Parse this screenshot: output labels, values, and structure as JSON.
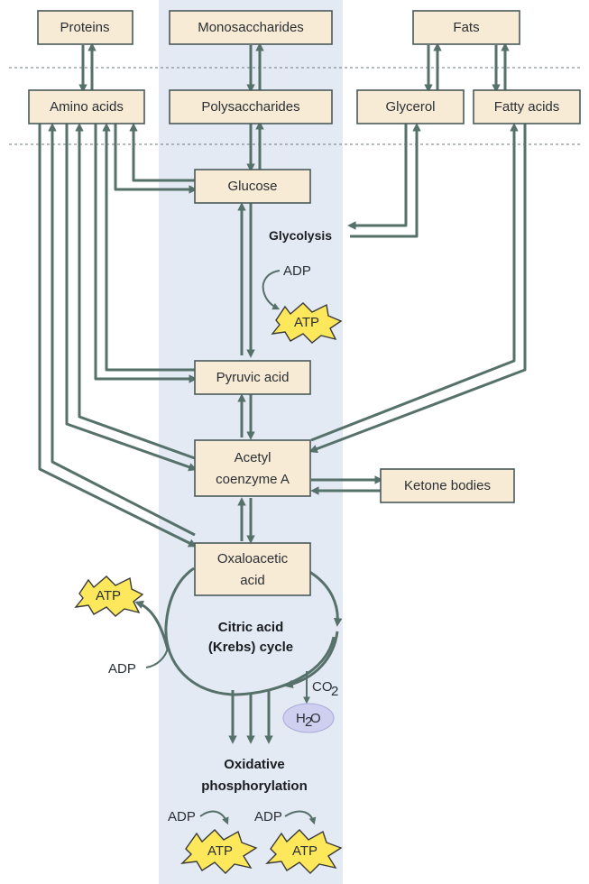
{
  "colors": {
    "box_fill": "#f8ebd6",
    "column_band": "#e4eaf4",
    "arrow": "#56706a",
    "atp_star": "#fce85a",
    "water_blob": "#cfcff0"
  },
  "boxes": {
    "proteins": "Proteins",
    "monosaccharides": "Monosaccharides",
    "fats": "Fats",
    "amino_acids": "Amino acids",
    "polysaccharides": "Polysaccharides",
    "glycerol": "Glycerol",
    "fatty_acids": "Fatty acids",
    "glucose": "Glucose",
    "pyruvic_acid": "Pyruvic acid",
    "acetyl_line1": "Acetyl",
    "acetyl_line2": "coenzyme A",
    "ketone_bodies": "Ketone bodies",
    "oxaloacetic_line1": "Oxaloacetic",
    "oxaloacetic_line2": "acid"
  },
  "labels": {
    "glycolysis": "Glycolysis",
    "adp": "ADP",
    "atp": "ATP",
    "citric_line1": "Citric acid",
    "citric_line2": "(Krebs) cycle",
    "co2_main": "CO",
    "co2_sub": "2",
    "h2o_h": "H",
    "h2o_sub": "2",
    "h2o_o": "O",
    "oxphos_line1": "Oxidative",
    "oxphos_line2": "phosphorylation"
  }
}
